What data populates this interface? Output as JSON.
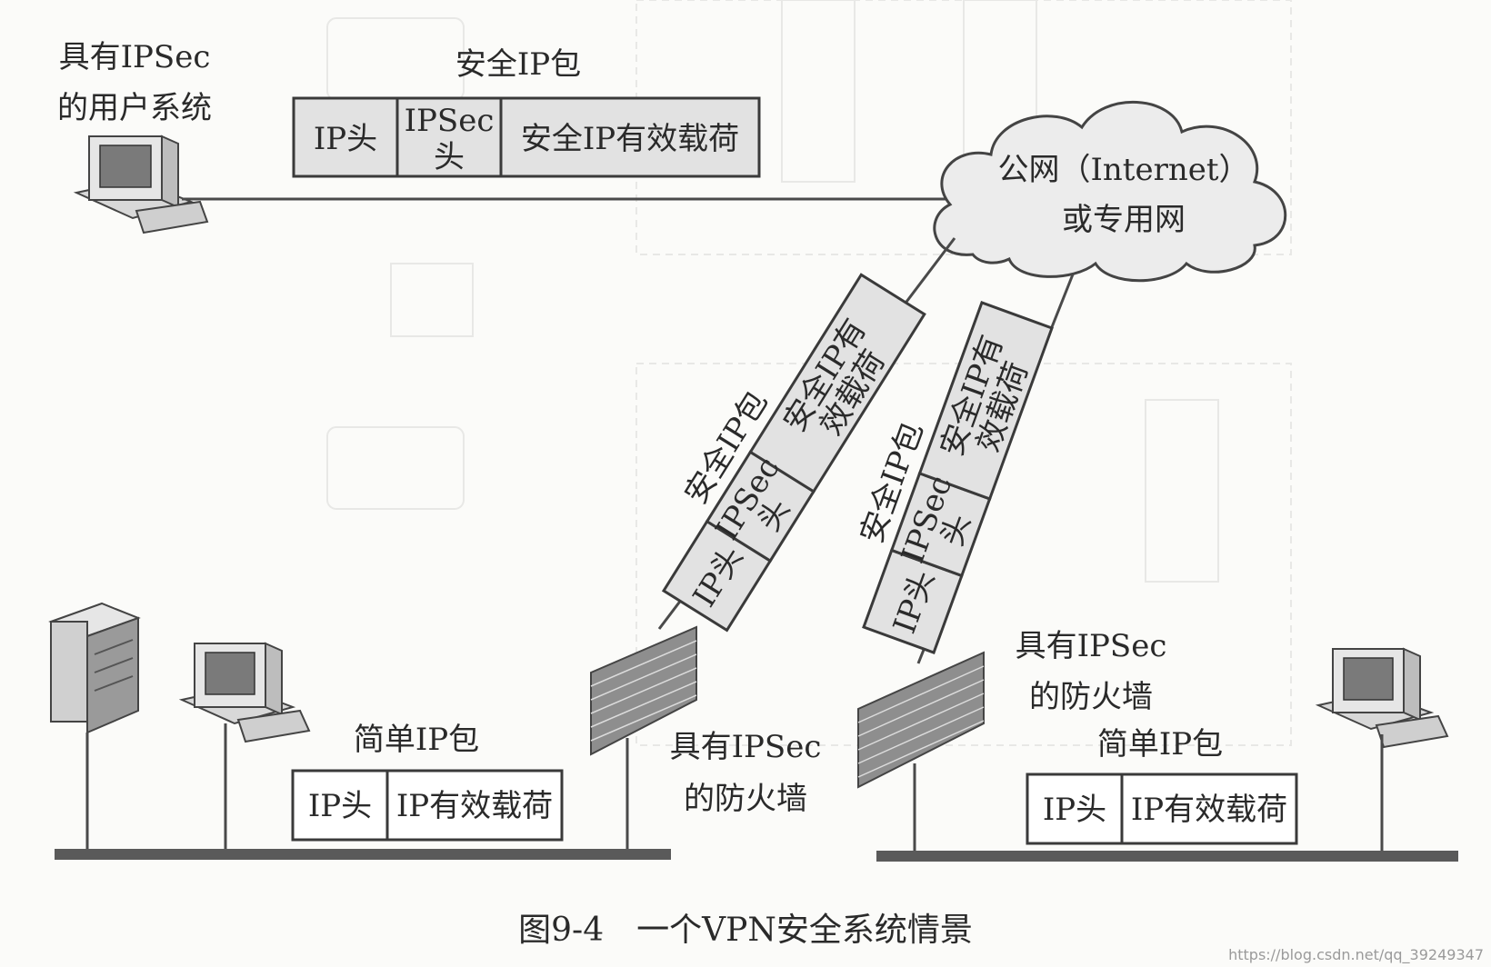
{
  "top_user": {
    "label_line1": "具有IPSec",
    "label_line2": "的用户系统"
  },
  "packet_top": {
    "title": "安全IP包",
    "ip_header": "IP头",
    "ipsec_header_line1": "IPSec",
    "ipsec_header_line2": "头",
    "payload": "安全IP有效载荷"
  },
  "cloud": {
    "line1": "公网（Internet）",
    "line2": "或专用网"
  },
  "packet_diag_left": {
    "title": "安全IP包",
    "ip_header": "IP头",
    "ipsec_header_line1": "IPSec",
    "ipsec_header_line2": "头",
    "payload_line1": "安全IP有",
    "payload_line2": "效载荷"
  },
  "packet_diag_right": {
    "title": "安全IP包",
    "ip_header": "IP头",
    "ipsec_header_line1": "IPSec",
    "ipsec_header_line2": "头",
    "payload_line1": "安全IP有",
    "payload_line2": "效载荷"
  },
  "left_lan": {
    "packet_title": "简单IP包",
    "ip_header": "IP头",
    "payload": "IP有效载荷",
    "firewall_line1": "具有IPSec",
    "firewall_line2": "的防火墙"
  },
  "right_lan": {
    "packet_title": "简单IP包",
    "ip_header": "IP头",
    "payload": "IP有效载荷",
    "firewall_line1": "具有IPSec",
    "firewall_line2": "的防火墙"
  },
  "caption": "图9-4　一个VPN安全系统情景",
  "watermark": "https://blog.csdn.net/qq_39249347",
  "colors": {
    "cell_fill": "#e2e2e2",
    "stroke": "#3a3a3a",
    "background": "#fbfbf9"
  }
}
